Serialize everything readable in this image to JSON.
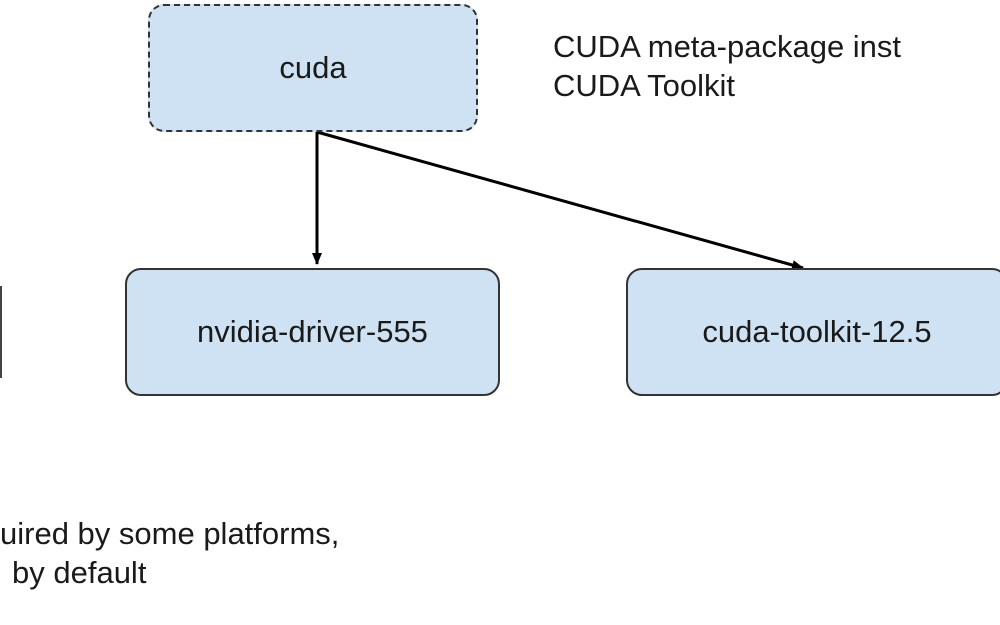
{
  "nodes": {
    "cuda": "cuda",
    "driver": "nvidia-driver-555",
    "toolkit": "cuda-toolkit-12.5"
  },
  "notes": {
    "cuda_line1": "CUDA meta-package inst",
    "cuda_line2": "CUDA Toolkit",
    "footer_line1": "uired by some platforms,",
    "footer_line2": "by default"
  },
  "edges": [
    {
      "from": "cuda",
      "to": "nvidia-driver-555"
    },
    {
      "from": "cuda",
      "to": "cuda-toolkit-12.5"
    }
  ],
  "colors": {
    "node_fill": "#cfe2f3",
    "node_border": "#333333",
    "edge": "#000000",
    "text": "#1a1a1a"
  }
}
